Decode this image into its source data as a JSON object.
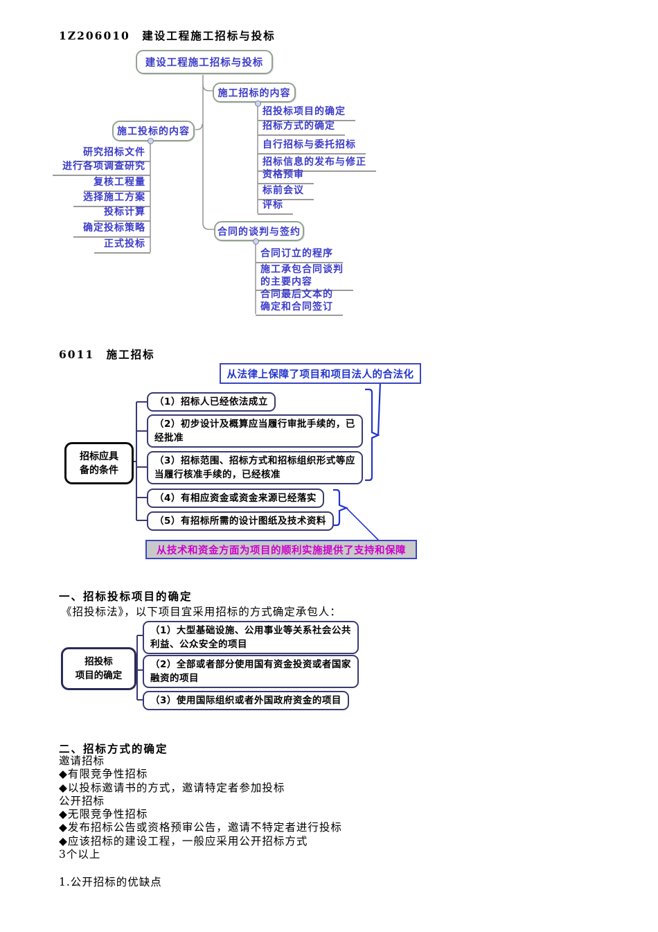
{
  "page": {
    "heading1": "1Z206010　建设工程施工招标与投标",
    "heading2": "6011　施工招标",
    "section1_title": "一、招标投标项目的确定",
    "section1_intro": "《招投标法》，以下项目宜采用招标的方式确定承包人：",
    "section2_title": "二、招标方式的确定",
    "section2_lines": [
      "邀请招标",
      "◆有限竞争性招标",
      "◆以投标邀请书的方式，邀请特定者参加投标",
      "公开招标",
      "◆无限竞争性招标",
      "◆发布招标公告或资格预审公告，邀请不特定者进行投标",
      "◆应该招标的建设工程，一般应采用公开招标方式",
      "3个以上"
    ],
    "final_line": "1.公开招标的优缺点"
  },
  "mindmap": {
    "root": "建设工程施工招标与投标",
    "bid_branch": {
      "label": "施工招标的内容",
      "children": [
        "招投标项目的确定",
        "招标方式的确定",
        "自行招标与委托招标",
        "招标信息的发布与修正",
        "资格预审",
        "标前会议",
        "评标"
      ]
    },
    "tender_branch": {
      "label": "施工投标的内容",
      "children": [
        "研究招标文件",
        "进行各项调查研究",
        "复核工程量",
        "选择施工方案",
        "投标计算",
        "确定投标策略",
        "正式投标"
      ]
    },
    "contract_branch": {
      "label": "合同的谈判与签约",
      "children": [
        "合同订立的程序",
        "施工承包合同谈判\n的主要内容",
        "合同最后文本的\n确定和合同签订"
      ]
    }
  },
  "conditions_diagram": {
    "callout_top": "从法律上保障了项目和项目法人的合法化",
    "root": "招标应具\n备的条件",
    "items": [
      "（1）招标人已经依法成立",
      "（2）初步设计及概算应当履行审批手续的，已\n经批准",
      "（3）招标范围、招标方式和招标组织形式等应\n当履行核准手续的，已经核准",
      "（4）有相应资金或资金来源已经落实",
      "（5）有招标所需的设计图纸及技术资料"
    ],
    "callout_bottom": "从技术和资金方面为项目的顺利实施提供了支持和保障"
  },
  "projects_diagram": {
    "root": "招投标\n项目的确定",
    "items": [
      "（1）大型基础设施、公用事业等关系社会公共\n利益、公众安全的项目",
      "（2）全部或者部分使用国有资金投资或者国家\n融资的项目",
      "（3）使用国际组织或者外国政府资金的项目"
    ]
  },
  "colors": {
    "mindmap_text": "#3C3CC8",
    "mindmap_border": "#94A294",
    "connector_gray": "#999999",
    "box_border_navy": "#3A3A72",
    "callout_blue": "#2335CC",
    "callout_magenta": "#CC00CC",
    "callout_bottom_bg": "#C9C9C9",
    "bracket_blue": "#2233CC"
  }
}
